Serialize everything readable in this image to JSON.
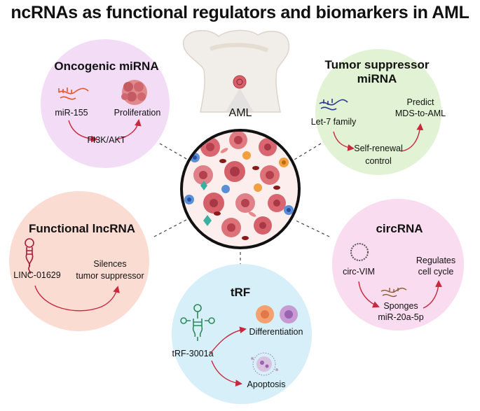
{
  "title": "ncRNAs as functional regulators and biomarkers in AML",
  "center": {
    "label": "AML"
  },
  "colors": {
    "oncogenic": "#f2dcf6",
    "suppressor": "#e2f2d4",
    "lncrna": "#fbdcd3",
    "circrna": "#f9dcef",
    "trf": "#d6eff8",
    "arrow": "#c8283e",
    "rna_orange": "#e1582a",
    "rna_blue": "#2b3a8f",
    "rna_red": "#a7193b",
    "rna_green": "#2f8a5a"
  },
  "panels": {
    "oncogenic": {
      "title": "Oncogenic miRNA",
      "rna": "miR-155",
      "target": "Proliferation",
      "pathway": "PI3K/AKT"
    },
    "suppressor": {
      "title_line1": "Tumor suppressor",
      "title_line2": "miRNA",
      "rna": "Let-7 family",
      "predict_line1": "Predict",
      "predict_line2": "MDS-to-AML",
      "mid_line1": "Self-renewal",
      "mid_line2": "control"
    },
    "lncrna": {
      "title": "Functional lncRNA",
      "rna": "LINC-01629",
      "effect_line1": "Silences",
      "effect_line2": "tumor suppressor"
    },
    "circrna": {
      "title": "circRNA",
      "rna": "circ-VIM",
      "effect_line1": "Regulates",
      "effect_line2": "cell cycle",
      "sponge_line1": "Sponges",
      "sponge_line2": "miR-20a-5p"
    },
    "trf": {
      "title": "tRF",
      "rna": "tRF-3001a",
      "effect1": "Differentiation",
      "effect2": "Apoptosis"
    }
  }
}
